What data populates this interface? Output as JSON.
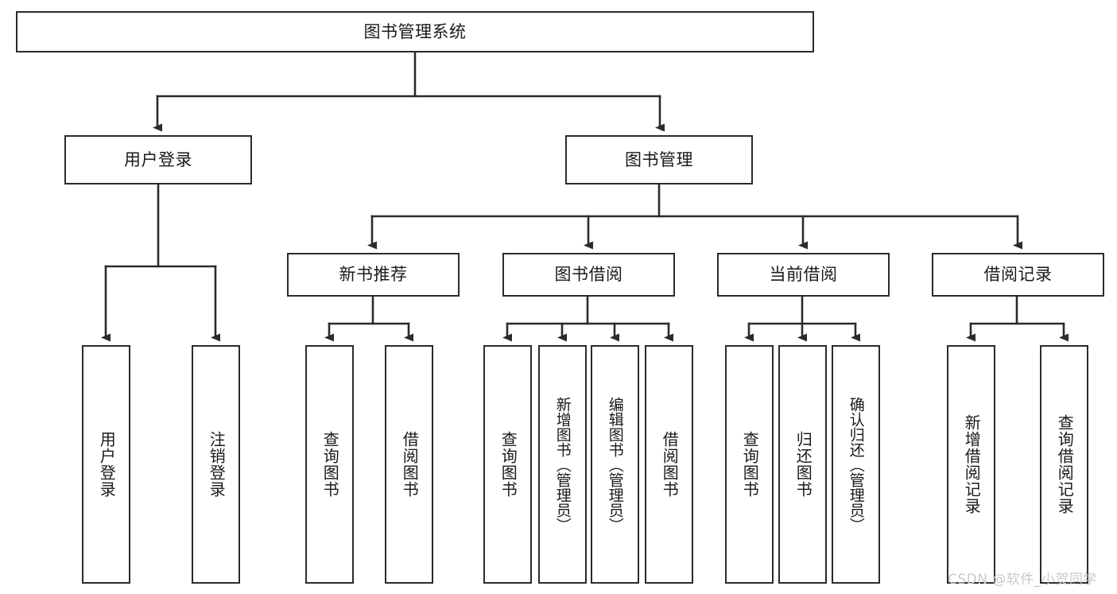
{
  "diagram": {
    "type": "tree-hierarchy-chart",
    "title": "图书管理系统",
    "colors": {
      "box_border": "#2b2b2b",
      "box_fill": "#ffffff",
      "connector": "#2b2b2b",
      "text": "#1a1a1a",
      "watermark": "#c9c9c9",
      "background": "#ffffff"
    },
    "root": {
      "label": "图书管理系统"
    },
    "level2": [
      {
        "label": "用户登录"
      },
      {
        "label": "图书管理"
      }
    ],
    "level3": [
      {
        "label": "新书推荐"
      },
      {
        "label": "图书借阅"
      },
      {
        "label": "当前借阅"
      },
      {
        "label": "借阅记录"
      }
    ],
    "leaves": {
      "user_login": [
        {
          "label": "用户登录"
        },
        {
          "label": "注销登录"
        }
      ],
      "new_book_recommend": [
        {
          "label": "查询图书"
        },
        {
          "label": "借阅图书"
        }
      ],
      "book_borrow": [
        {
          "label": "查询图书"
        },
        {
          "label": "新增图书（管理员）"
        },
        {
          "label": "编辑图书（管理员）"
        },
        {
          "label": "借阅图书"
        }
      ],
      "current_borrow": [
        {
          "label": "查询图书"
        },
        {
          "label": "归还图书"
        },
        {
          "label": "确认归还（管理员）"
        }
      ],
      "borrow_record": [
        {
          "label": "新增借阅记录"
        },
        {
          "label": "查询借阅记录"
        }
      ]
    },
    "watermark": "CSDN @软件_小贺同学"
  }
}
